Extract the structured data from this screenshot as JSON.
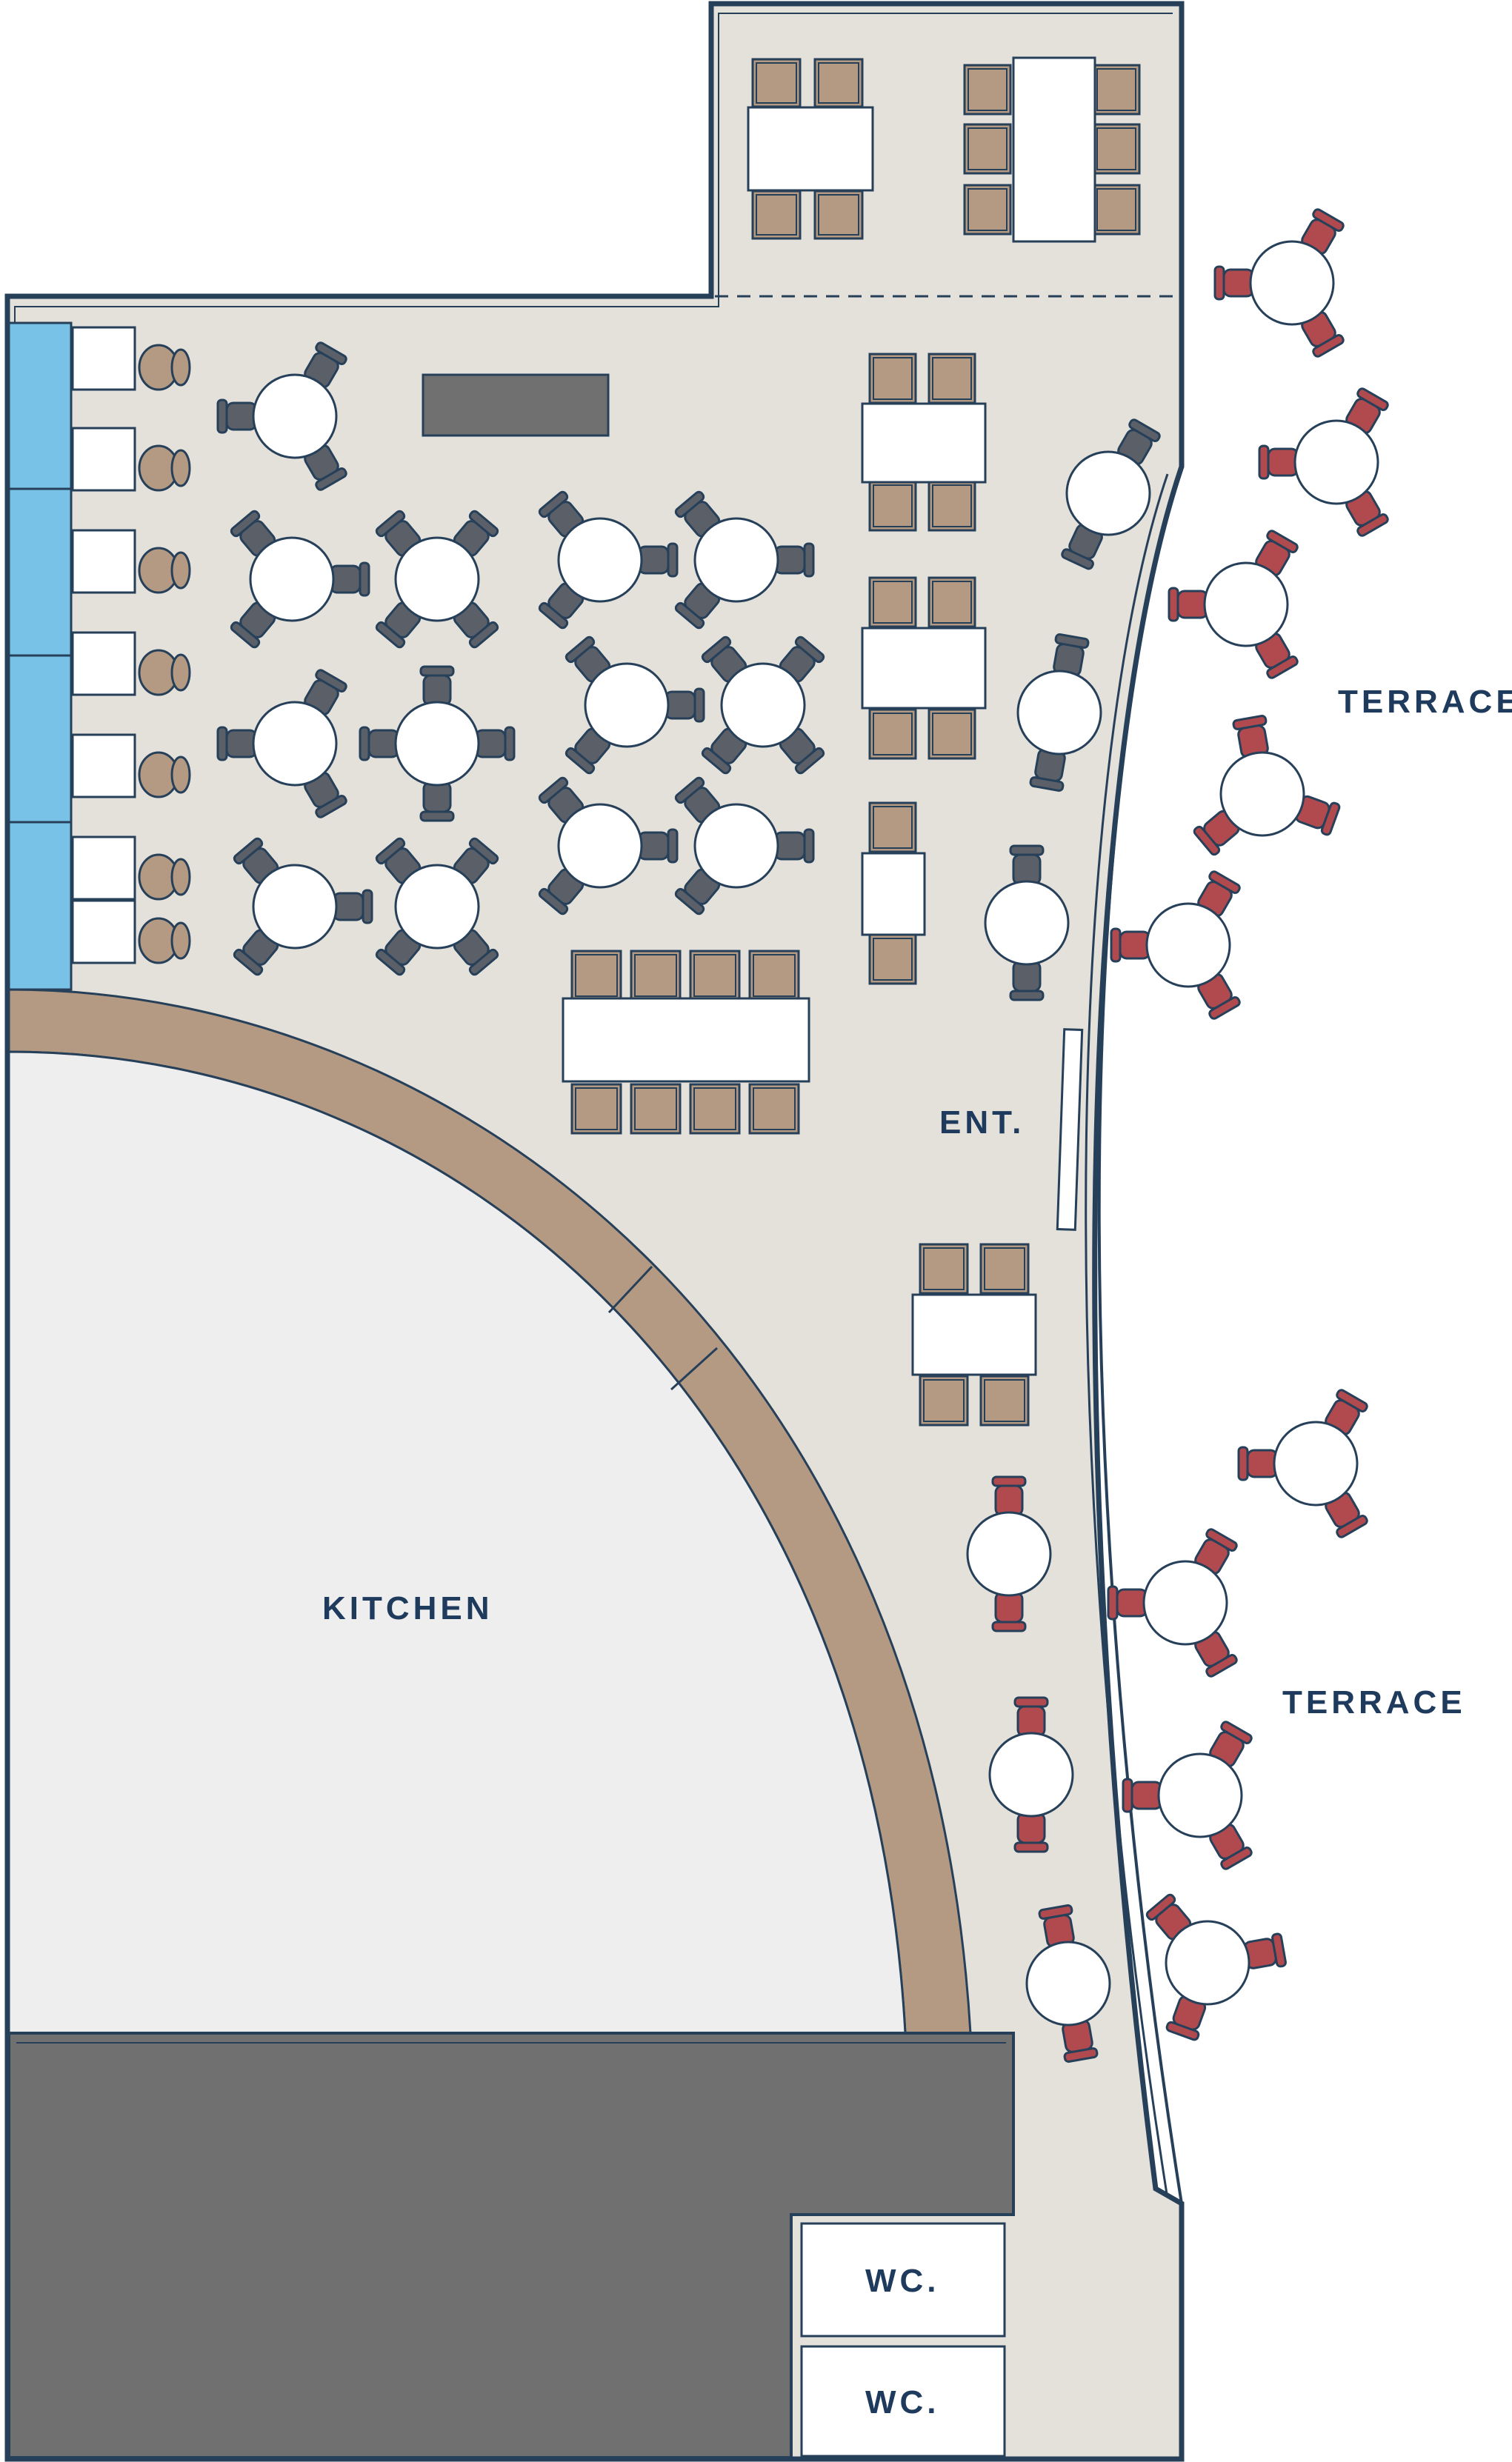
{
  "labels": {
    "terrace_north": "TERRACE",
    "terrace_south": "TERRACE",
    "entrance": "ENT.",
    "kitchen": "KITCHEN",
    "wc_upper": "WC.",
    "wc_lower": "WC."
  },
  "colors": {
    "floor": "#e4e0da",
    "outline": "#27405a",
    "table": "#ffffff",
    "chair_grey": "#5b6068",
    "chair_wood": "#b49a83",
    "chair_red": "#b04a4e",
    "counter_band": "#b49a83",
    "kitchen_floor": "#eeeeee",
    "service_block": "#707070",
    "wall_blue_strip": "#79c2e7",
    "label_text": "#1e3a5c"
  },
  "legend_icons": [
    "round-table-icon",
    "rect-table-icon",
    "chair-icon",
    "bar-stool-icon"
  ]
}
